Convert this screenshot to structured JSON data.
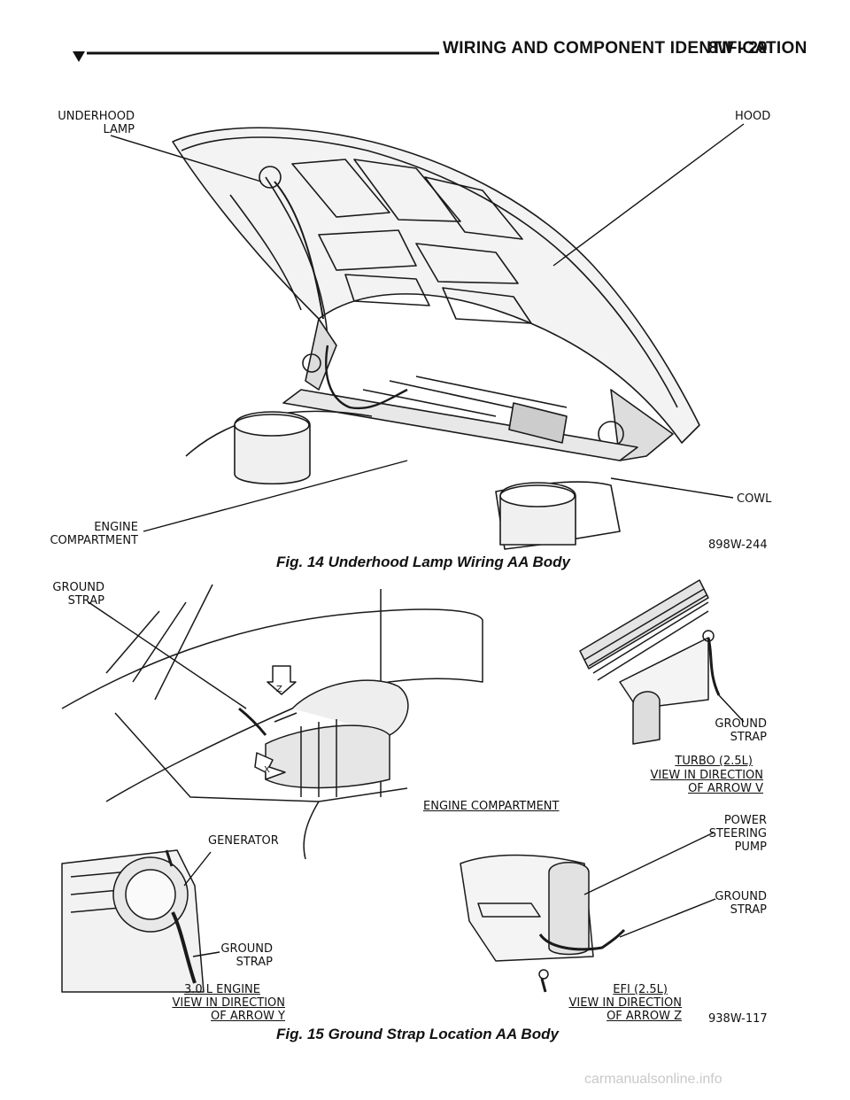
{
  "header": {
    "title": "WIRING AND COMPONENT IDENTIFICATION",
    "page": "8W - 29"
  },
  "fig14": {
    "labels": {
      "underhood_lamp": "UNDERHOOD\nLAMP",
      "hood": "HOOD",
      "cowl": "COWL",
      "engine_compartment": "ENGINE\nCOMPARTMENT"
    },
    "code": "898W-244",
    "caption": "Fig. 14 Underhood Lamp Wiring AA Body"
  },
  "fig15": {
    "labels": {
      "ground_strap_top": "GROUND\nSTRAP",
      "arrow_z": "Z",
      "arrow_x": "X",
      "engine_compartment": "ENGINE COMPARTMENT",
      "ground_strap_turbo": "GROUND\nSTRAP",
      "turbo_title": "TURBO (2.5L)",
      "turbo_view": "VIEW IN DIRECTION\nOF ARROW V",
      "power_steering_pump": "POWER\nSTEERING\nPUMP",
      "ground_strap_efi": "GROUND\nSTRAP",
      "generator": "GENERATOR",
      "ground_strap_30": "GROUND\nSTRAP",
      "engine_30_title": "3.0 L ENGINE",
      "engine_30_view": "VIEW IN DIRECTION\nOF ARROW Y",
      "efi_title": "EFI (2.5L)",
      "efi_view": "VIEW IN DIRECTION\nOF ARROW Z"
    },
    "code": "938W-117",
    "caption": "Fig. 15 Ground Strap Location AA Body"
  },
  "watermark": "carmanualsonline.info",
  "icons": {
    "header_marker": "down-triangle-icon"
  }
}
